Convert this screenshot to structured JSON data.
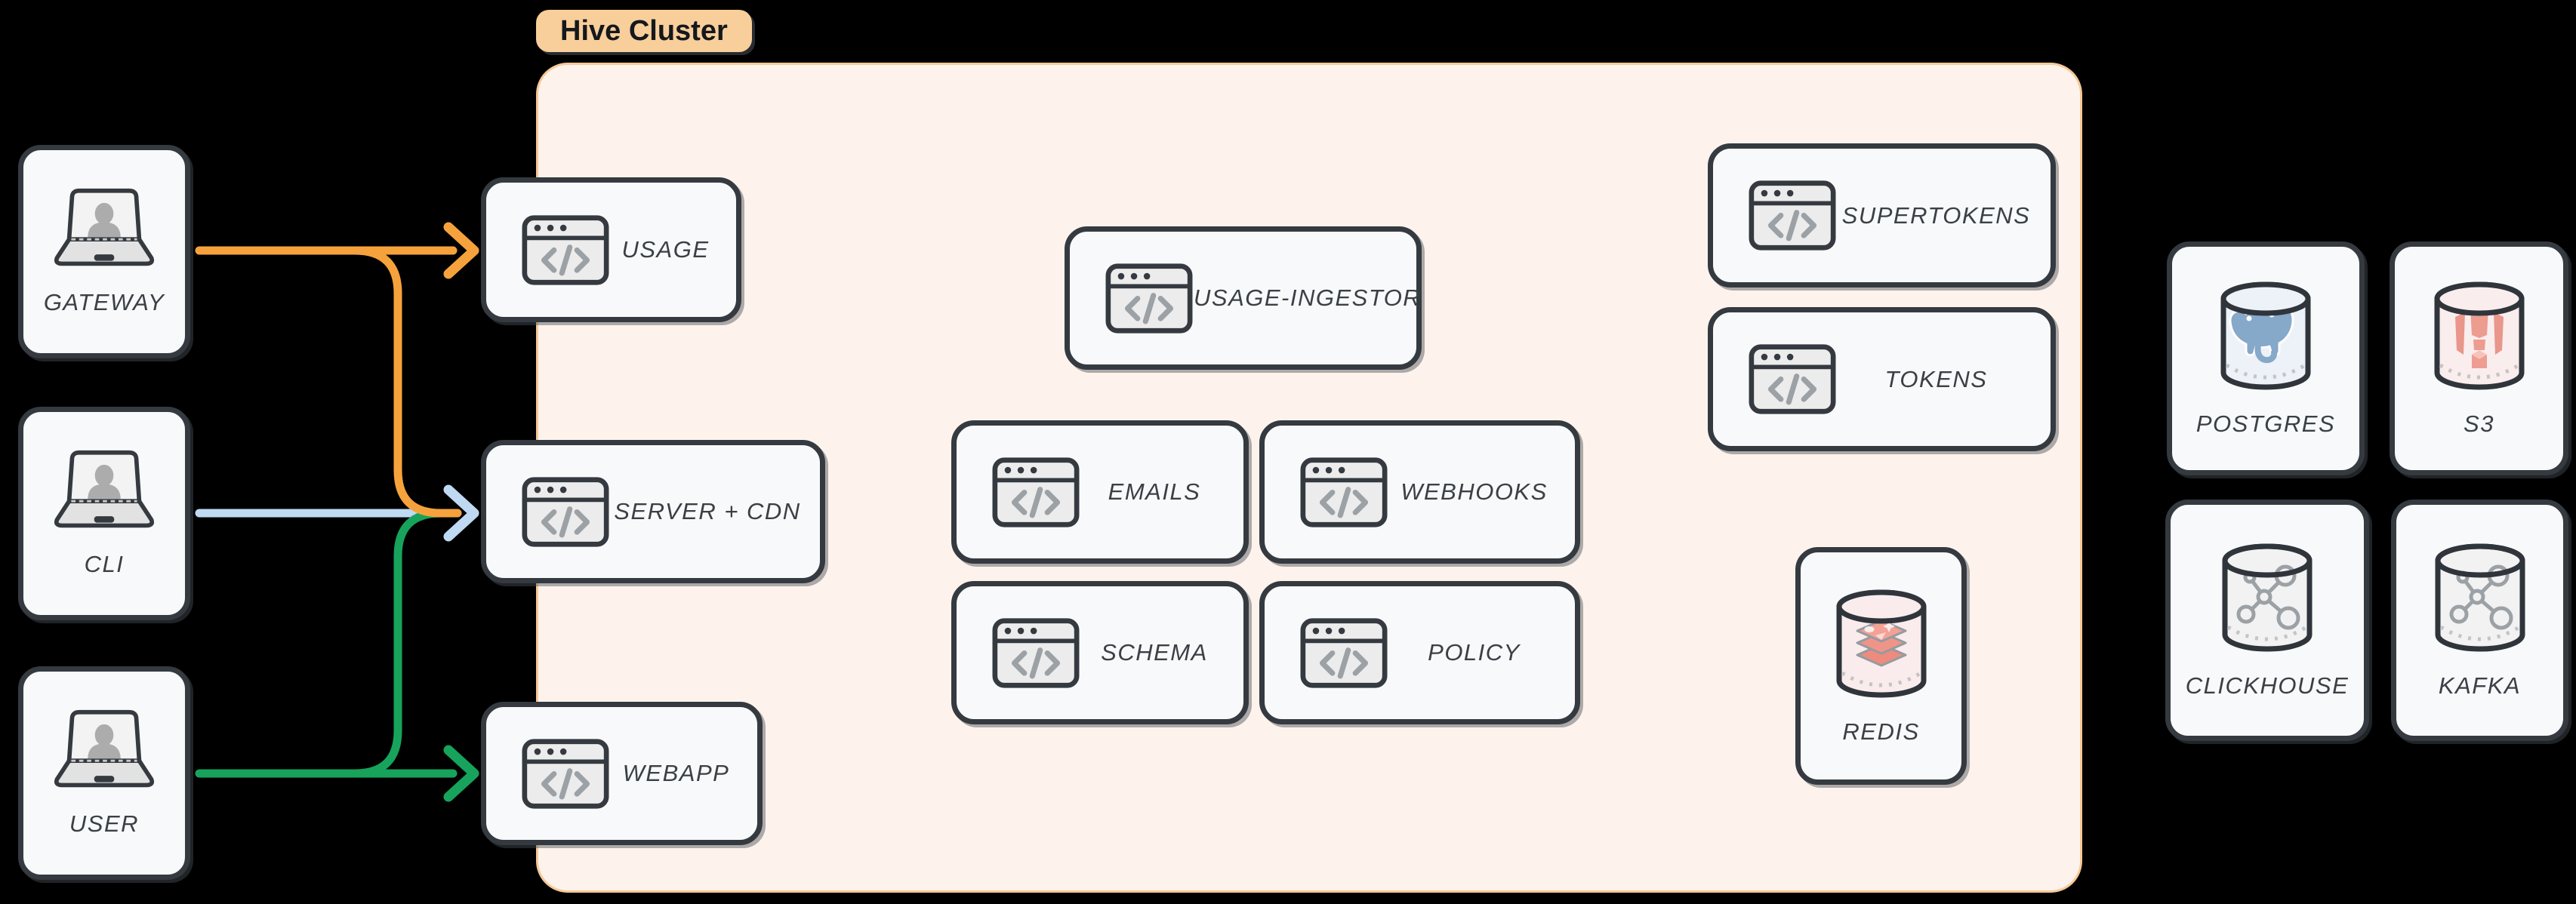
{
  "cluster": {
    "label": "Hive Cluster"
  },
  "nodes": {
    "gateway": {
      "label": "GATEWAY",
      "icon": "laptop-user"
    },
    "cli": {
      "label": "CLI",
      "icon": "laptop-user"
    },
    "user": {
      "label": "USER",
      "icon": "laptop-user"
    },
    "usage": {
      "label": "USAGE",
      "icon": "browser-code"
    },
    "server_cdn": {
      "label": "SERVER + CDN",
      "icon": "browser-code"
    },
    "webapp": {
      "label": "WEBAPP",
      "icon": "browser-code"
    },
    "usage_ingestor": {
      "label": "USAGE-INGESTOR",
      "icon": "browser-code"
    },
    "emails": {
      "label": "EMAILS",
      "icon": "browser-code"
    },
    "webhooks": {
      "label": "WEBHOOKS",
      "icon": "browser-code"
    },
    "schema": {
      "label": "SCHEMA",
      "icon": "browser-code"
    },
    "policy": {
      "label": "POLICY",
      "icon": "browser-code"
    },
    "supertokens": {
      "label": "SUPERTOKENS",
      "icon": "browser-code"
    },
    "tokens": {
      "label": "TOKENS",
      "icon": "browser-code"
    },
    "redis": {
      "label": "REDIS",
      "icon": "database-redis"
    },
    "postgres": {
      "label": "POSTGRES",
      "icon": "database-postgres"
    },
    "s3": {
      "label": "S3",
      "icon": "database-s3"
    },
    "clickhouse": {
      "label": "CLICKHOUSE",
      "icon": "database-network"
    },
    "kafka": {
      "label": "KAFKA",
      "icon": "database-network"
    }
  },
  "edges": [
    {
      "from": "GATEWAY",
      "to": "USAGE",
      "color": "#F6A23C"
    },
    {
      "from": "GATEWAY",
      "to": "SERVER + CDN",
      "color": "#F6A23C"
    },
    {
      "from": "CLI",
      "to": "SERVER + CDN",
      "color": "#BFD9F2"
    },
    {
      "from": "USER",
      "to": "SERVER + CDN",
      "color": "#17A35B"
    },
    {
      "from": "USER",
      "to": "WEBAPP",
      "color": "#17A35B"
    }
  ],
  "colors": {
    "background": "#000000",
    "cluster_fill": "#FDF3EC",
    "cluster_border": "#F6C897",
    "cluster_pill_fill": "#F8CE9A",
    "cluster_pill_text": "#15181C",
    "node_fill": "#F8F9FA",
    "node_border": "#343A40",
    "label_text": "#3A4046",
    "icon_gray": "#9CA1A6",
    "arrow_orange": "#F6A23C",
    "arrow_blue": "#BFD9F2",
    "arrow_green": "#17A35B"
  }
}
